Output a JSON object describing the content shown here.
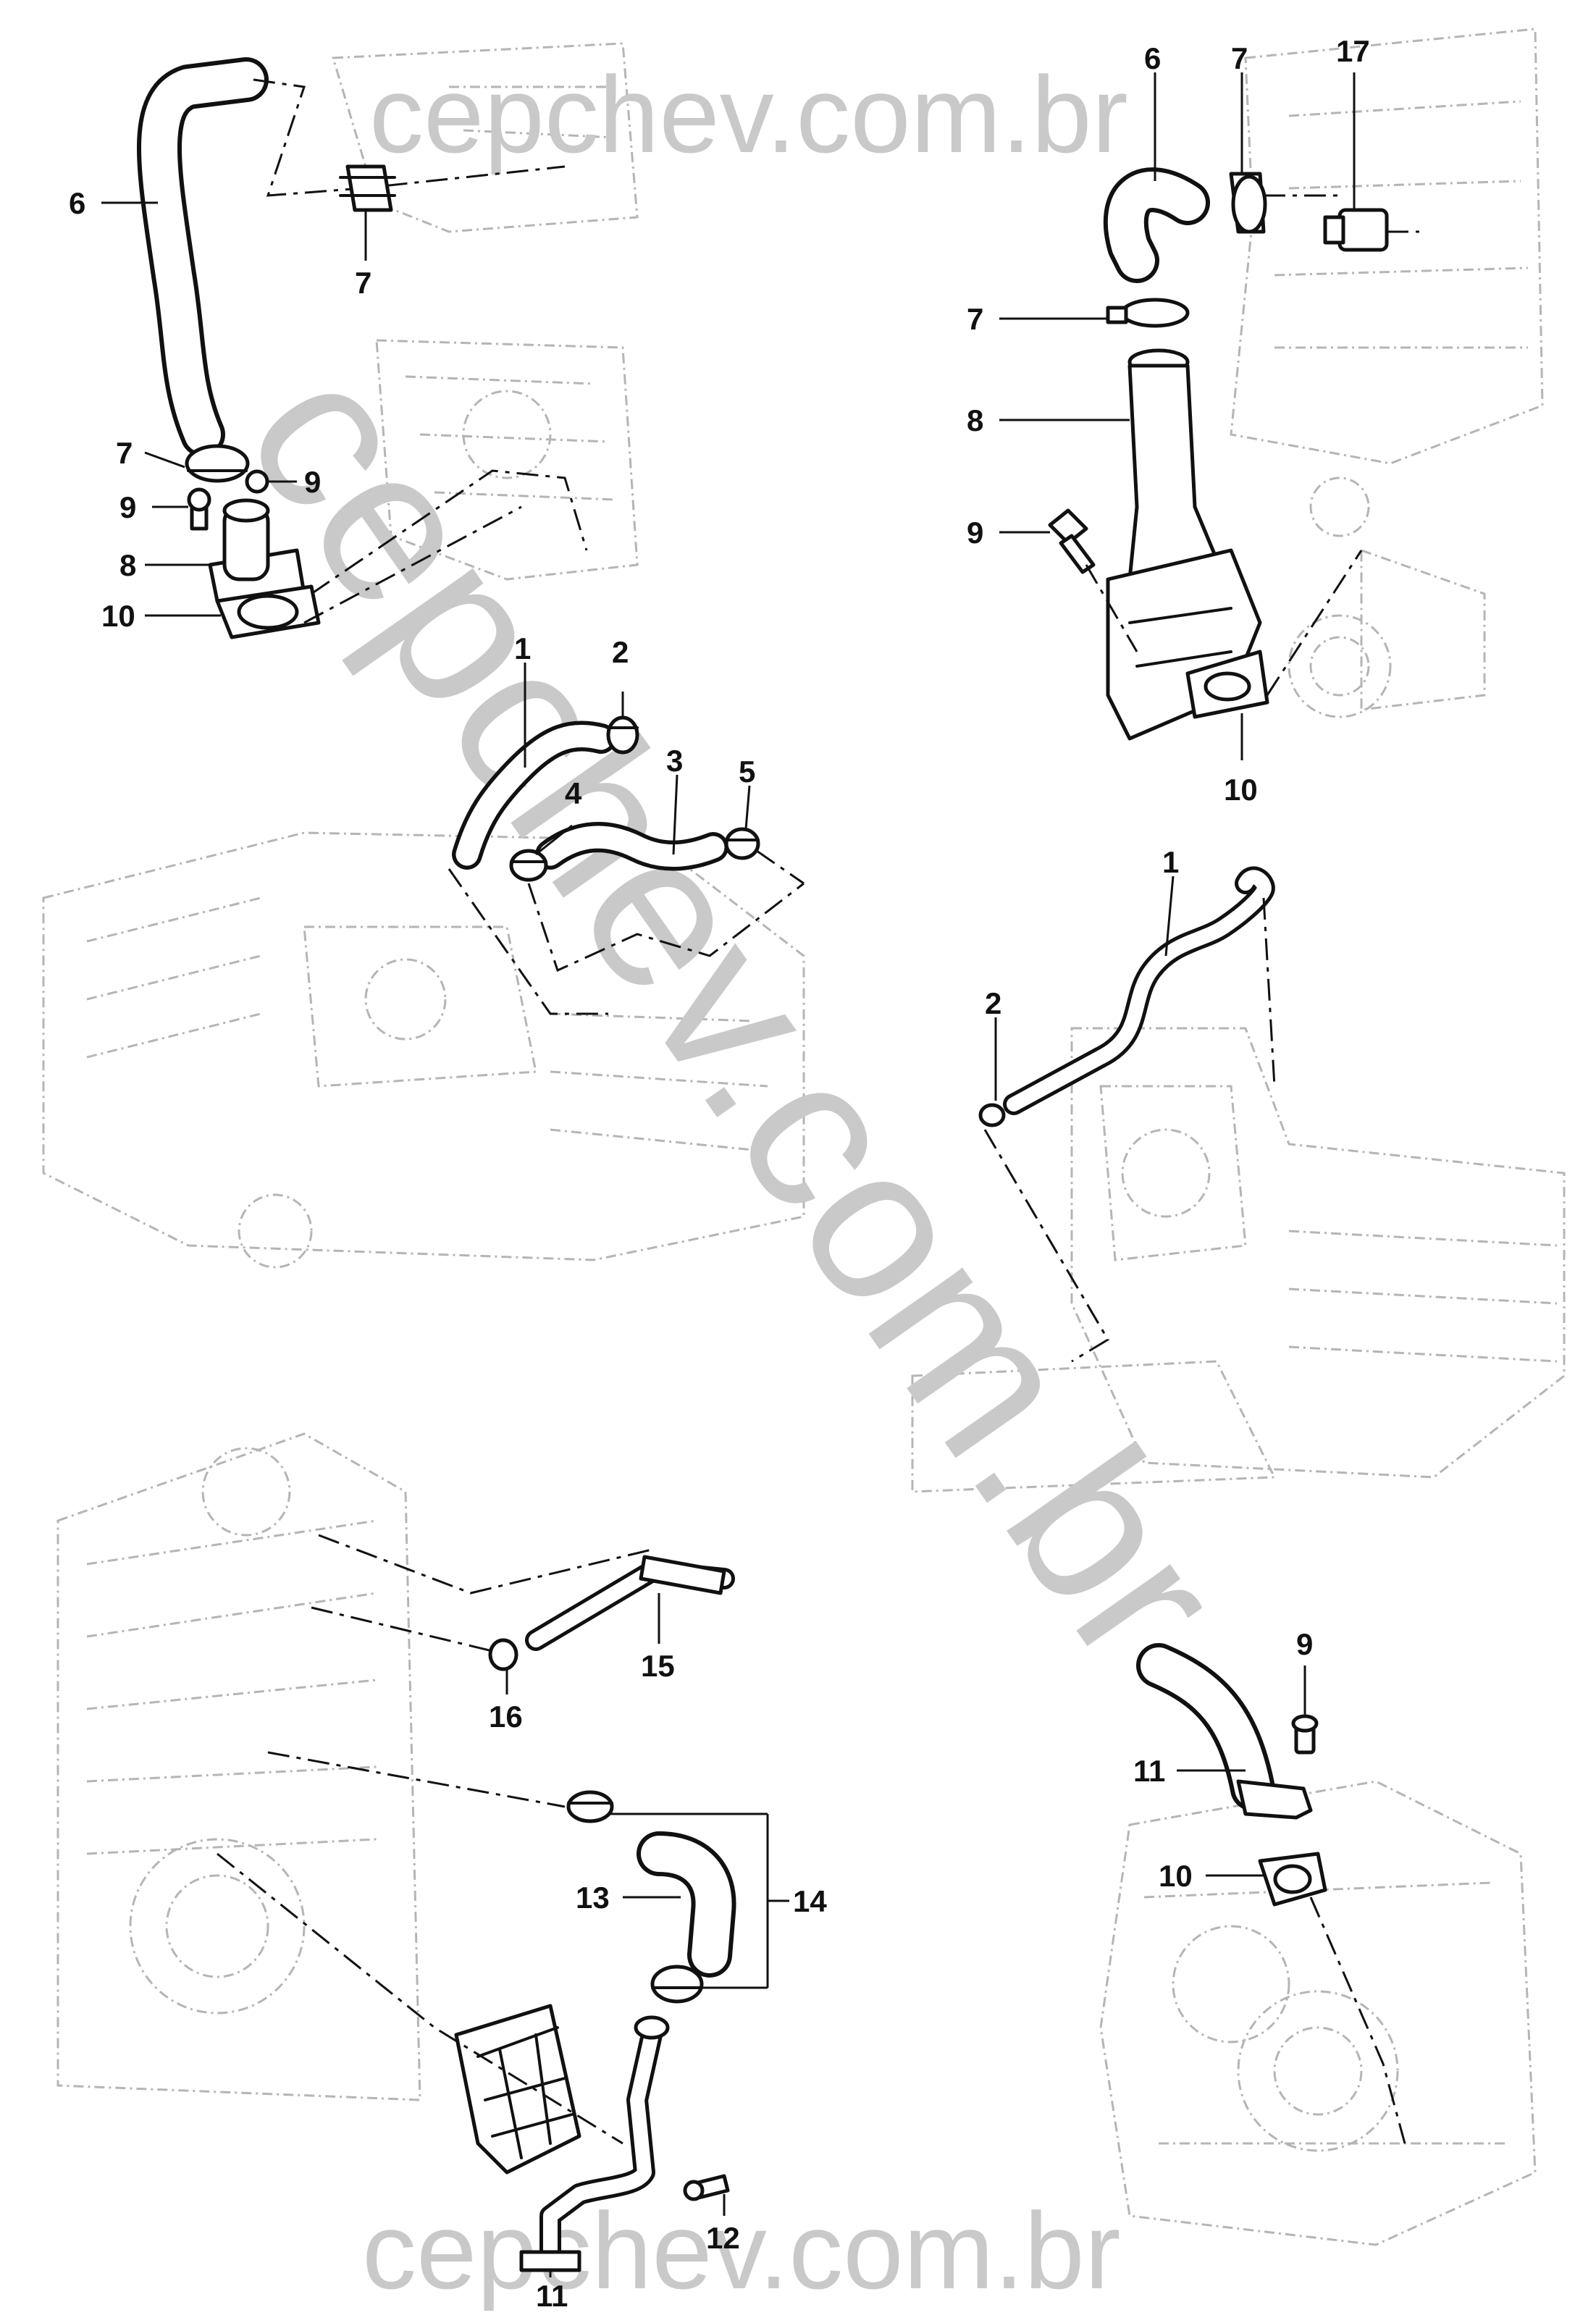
{
  "watermarks": {
    "top": "cepchev.com.br",
    "bottom": "cepchev.com.br",
    "diagonal": "cepchev.com.br"
  },
  "callouts": {
    "tl": {
      "hose": "6",
      "clamp_top": "7",
      "clamp_bottom": "7",
      "bolt_left": "9",
      "bolt_right": "9",
      "housing": "8",
      "gasket": "10"
    },
    "tr": {
      "hose": "6",
      "clamp_top": "7",
      "sensor": "17",
      "clamp_lower": "7",
      "housing": "8",
      "bolt": "9",
      "gasket": "10"
    },
    "ml": {
      "hose_a": "1",
      "clamp_a": "2",
      "hose_b": "3",
      "clamp_b": "4",
      "clamp_c": "5"
    },
    "mr": {
      "hose": "1",
      "clamp": "2"
    },
    "bl": {
      "pipe": "15",
      "clip": "16",
      "hose": "13",
      "clamp_kit": "14",
      "tube": "11",
      "bolt": "12"
    },
    "br": {
      "bolt": "9",
      "pipe": "11",
      "gasket": "10"
    }
  }
}
